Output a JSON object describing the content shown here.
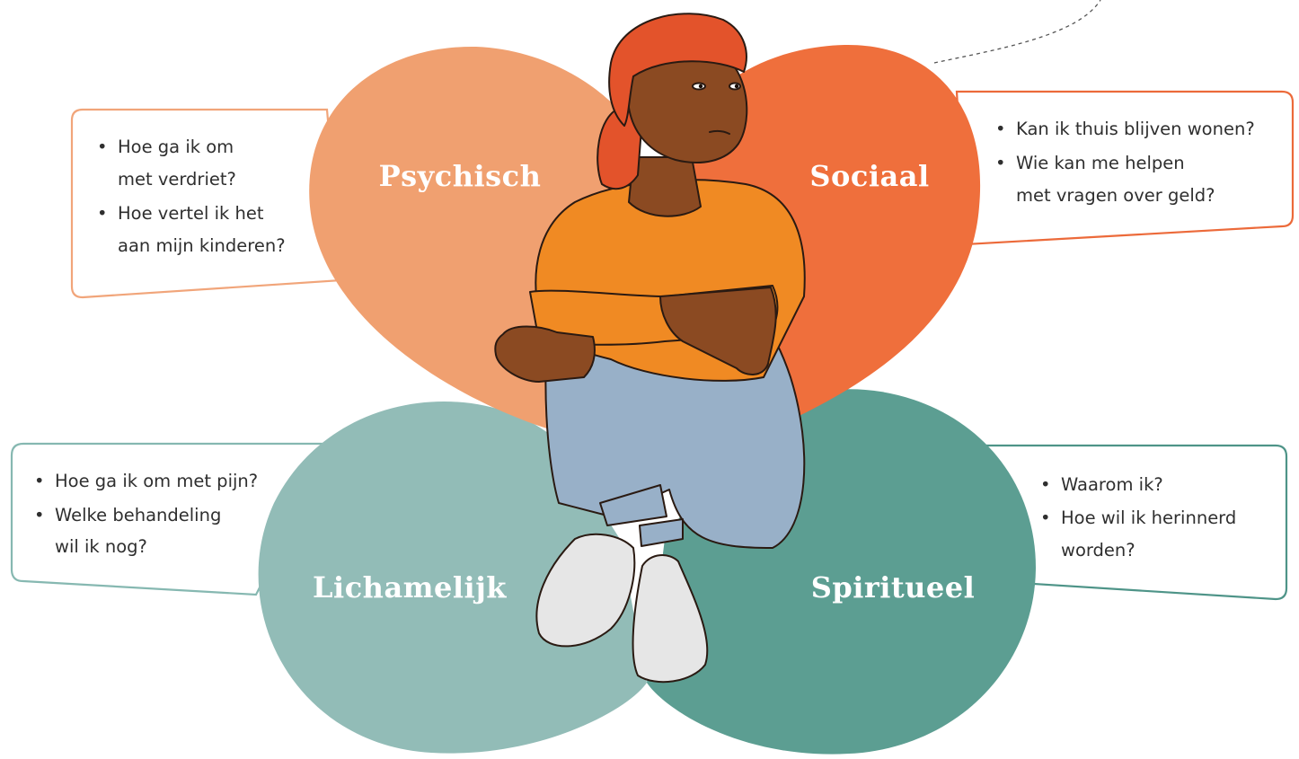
{
  "colors": {
    "psychisch": "#f0a070",
    "sociaal": "#ef6f3c",
    "lichamelijk": "#92bcb7",
    "spiritueel": "#5c9e92",
    "box_orange_border": "#f1a57a",
    "box_red_border": "#ec6a3a",
    "box_teal_light_border": "#86b8b1",
    "box_teal_dark_border": "#4e9488",
    "skin": "#8b4a22",
    "scarf": "#e3532b",
    "sweater": "#f08a23",
    "jeans": "#98b0c8",
    "shoe": "#e6e6e6"
  },
  "lobes": {
    "psychisch": {
      "label": "Psychisch"
    },
    "sociaal": {
      "label": "Sociaal"
    },
    "lichamelijk": {
      "label": "Lichamelijk"
    },
    "spiritueel": {
      "label": "Spiritueel"
    }
  },
  "boxes": {
    "psychisch": {
      "items": [
        {
          "lines": [
            "Hoe ga ik om",
            "met verdriet?"
          ]
        },
        {
          "lines": [
            "Hoe vertel ik het",
            "aan mijn kinderen?"
          ]
        }
      ]
    },
    "sociaal": {
      "items": [
        {
          "lines": [
            "Kan ik thuis blijven wonen?"
          ]
        },
        {
          "lines": [
            "Wie kan me helpen",
            "met vragen over geld?"
          ]
        }
      ]
    },
    "lichamelijk": {
      "items": [
        {
          "lines": [
            "Hoe ga ik om met pijn?"
          ]
        },
        {
          "lines": [
            "Welke behandeling",
            "wil ik nog?"
          ]
        }
      ]
    },
    "spiritueel": {
      "items": [
        {
          "lines": [
            "Waarom ik?"
          ]
        },
        {
          "lines": [
            "Hoe wil ik herinnerd",
            "worden?"
          ]
        }
      ]
    }
  },
  "bullet_char": "•"
}
